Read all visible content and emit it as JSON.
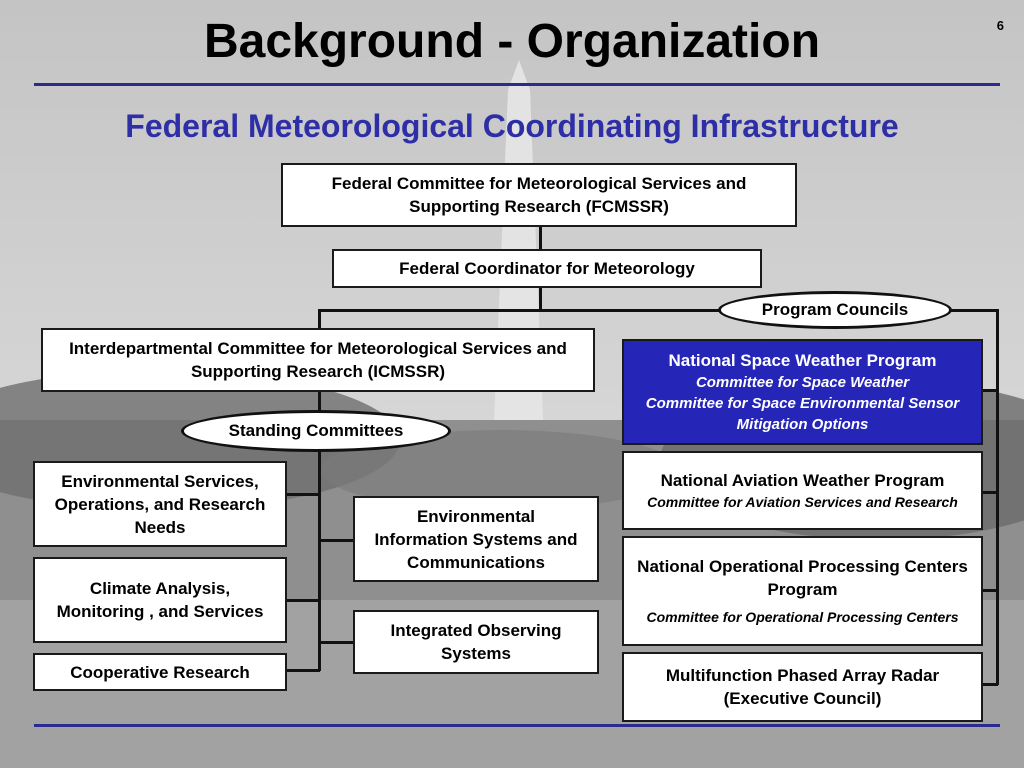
{
  "slide": {
    "title": "Background - Organization",
    "number": "6",
    "subtitle": "Federal Meteorological Coordinating Infrastructure"
  },
  "nodes": {
    "fcmssr": "Federal Committee for Meteorological Services and Supporting Research (FCMSSR)",
    "coordinator": "Federal Coordinator for Meteorology",
    "program_councils": "Program Councils",
    "icmssr": "Interdepartmental Committee for Meteorological Services and Supporting Research (ICMSSR)",
    "standing_committees": "Standing Committees",
    "env_services": "Environmental Services, Operations, and Research Needs",
    "climate": "Climate Analysis, Monitoring , and Services",
    "cooperative": "Cooperative Research",
    "env_info": "Environmental Information Systems and Communications",
    "observing": "Integrated Observing Systems",
    "nswp": {
      "title": "National Space Weather Program",
      "sub1": "Committee for Space Weather",
      "sub2": "Committee for Space Environmental Sensor Mitigation Options"
    },
    "nawp": {
      "title": "National Aviation Weather Program",
      "sub": "Committee for Aviation Services and Research"
    },
    "nopc": {
      "title": "National Operational Processing Centers Program",
      "sub": "Committee for Operational Processing Centers"
    },
    "mpar": "Multifunction Phased Array Radar (Executive Council)"
  },
  "colors": {
    "title_blue": "#2e2ea6",
    "highlight_box": "#2525b8",
    "rule": "#2b2b8f"
  }
}
